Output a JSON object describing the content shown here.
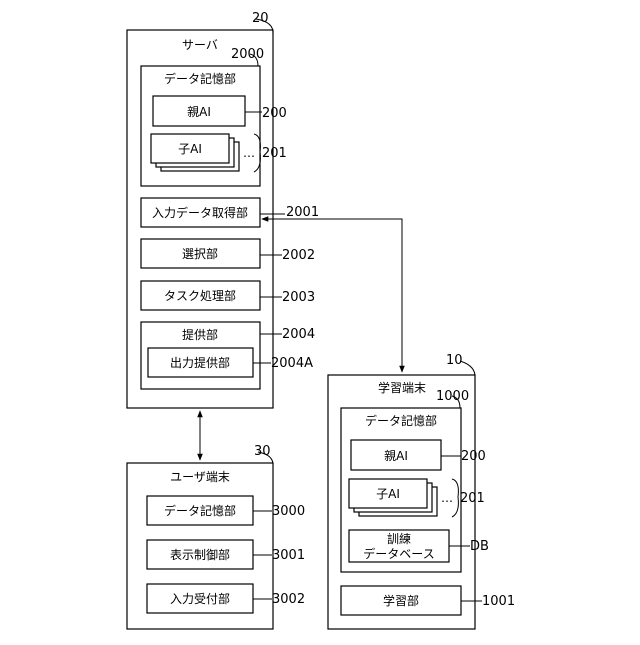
{
  "server": {
    "ref": "20",
    "title": "サーバ",
    "storage": {
      "ref": "2000",
      "title": "データ記憶部",
      "parent_ai": {
        "label": "親AI",
        "ref": "200"
      },
      "child_ai": {
        "label": "子AI",
        "ref": "201",
        "ellipsis": "…"
      }
    },
    "input_acquisition": {
      "label": "入力データ取得部",
      "ref": "2001"
    },
    "selection": {
      "label": "選択部",
      "ref": "2002"
    },
    "task_processing": {
      "label": "タスク処理部",
      "ref": "2003"
    },
    "provision": {
      "label": "提供部",
      "ref": "2004",
      "output": {
        "label": "出力提供部",
        "ref": "2004A"
      }
    }
  },
  "user_terminal": {
    "ref": "30",
    "title": "ユーザ端末",
    "storage": {
      "label": "データ記憶部",
      "ref": "3000"
    },
    "display_control": {
      "label": "表示制御部",
      "ref": "3001"
    },
    "input_reception": {
      "label": "入力受付部",
      "ref": "3002"
    }
  },
  "learning_terminal": {
    "ref": "10",
    "title": "学習端末",
    "storage": {
      "ref": "1000",
      "title": "データ記憶部",
      "parent_ai": {
        "label": "親AI",
        "ref": "200"
      },
      "child_ai": {
        "label": "子AI",
        "ref": "201",
        "ellipsis": "…"
      },
      "training_db": {
        "label_line1": "訓練",
        "label_line2": "データベース",
        "ref": "DB"
      }
    },
    "learning": {
      "label": "学習部",
      "ref": "1001"
    }
  }
}
